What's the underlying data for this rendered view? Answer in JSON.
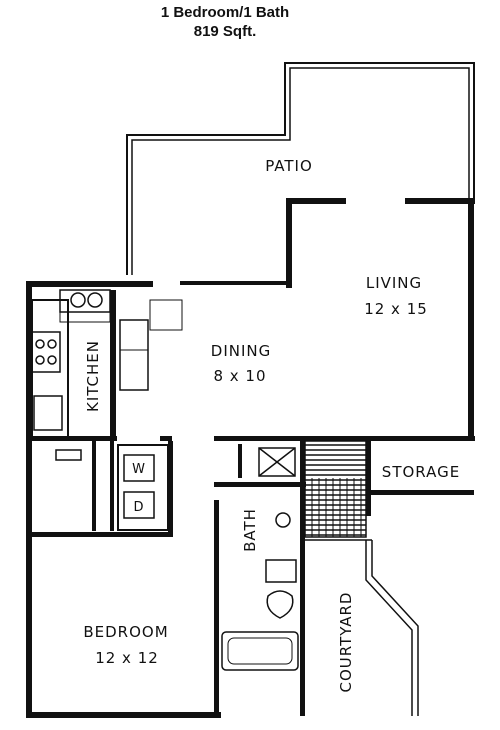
{
  "header": {
    "unit_type": "1 Bedroom/1 Bath",
    "area": "819 Sqft."
  },
  "rooms": {
    "patio": {
      "name": "PATIO"
    },
    "living": {
      "name": "LIVING",
      "size": "12 x 15"
    },
    "dining": {
      "name": "DINING",
      "size": "8 x 10"
    },
    "kitchen": {
      "name": "KITCHEN"
    },
    "storage": {
      "name": "STORAGE"
    },
    "bath": {
      "name": "BATH"
    },
    "bedroom": {
      "name": "BEDROOM",
      "size": "12 x 12"
    },
    "courtyard": {
      "name": "COURTYARD"
    }
  },
  "appliances": {
    "washer": "W",
    "dryer": "D"
  }
}
